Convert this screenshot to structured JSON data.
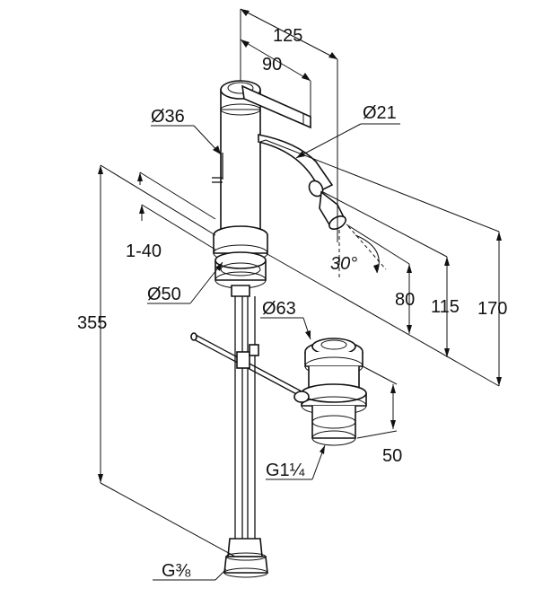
{
  "dimensions": {
    "d125": "125",
    "d90": "90",
    "diam36": "Ø36",
    "diam21": "Ø21",
    "d1_40": "1-40",
    "angle30": "30°",
    "diam50": "Ø50",
    "d80": "80",
    "d115": "115",
    "d170": "170",
    "d355": "355",
    "diam63": "Ø63",
    "d50": "50",
    "thread_g114": "G1¼",
    "thread_g38": "G⅜"
  }
}
